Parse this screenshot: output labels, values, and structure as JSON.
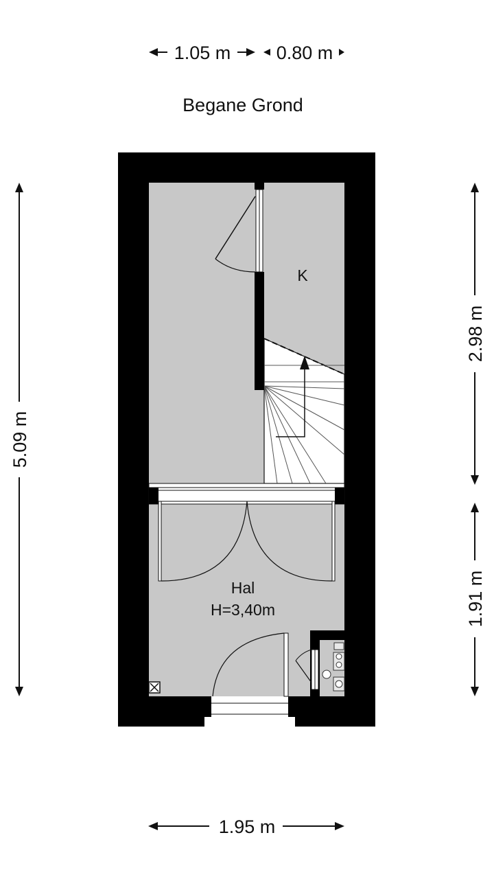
{
  "floor_title": "Begane Grond",
  "dimensions": {
    "top_left": "1.05 m",
    "top_right": "0.80 m",
    "left_total": "5.09 m",
    "right_upper": "2.98 m",
    "right_lower": "1.91 m",
    "bottom_width": "1.95 m"
  },
  "rooms": {
    "kitchen_label": "K",
    "hall_label": "Hal",
    "hall_height": "H=3,40m"
  },
  "colors": {
    "wall": "#000000",
    "floor": "#c8c8c8",
    "stair": "#ffffff",
    "line": "#111111"
  }
}
